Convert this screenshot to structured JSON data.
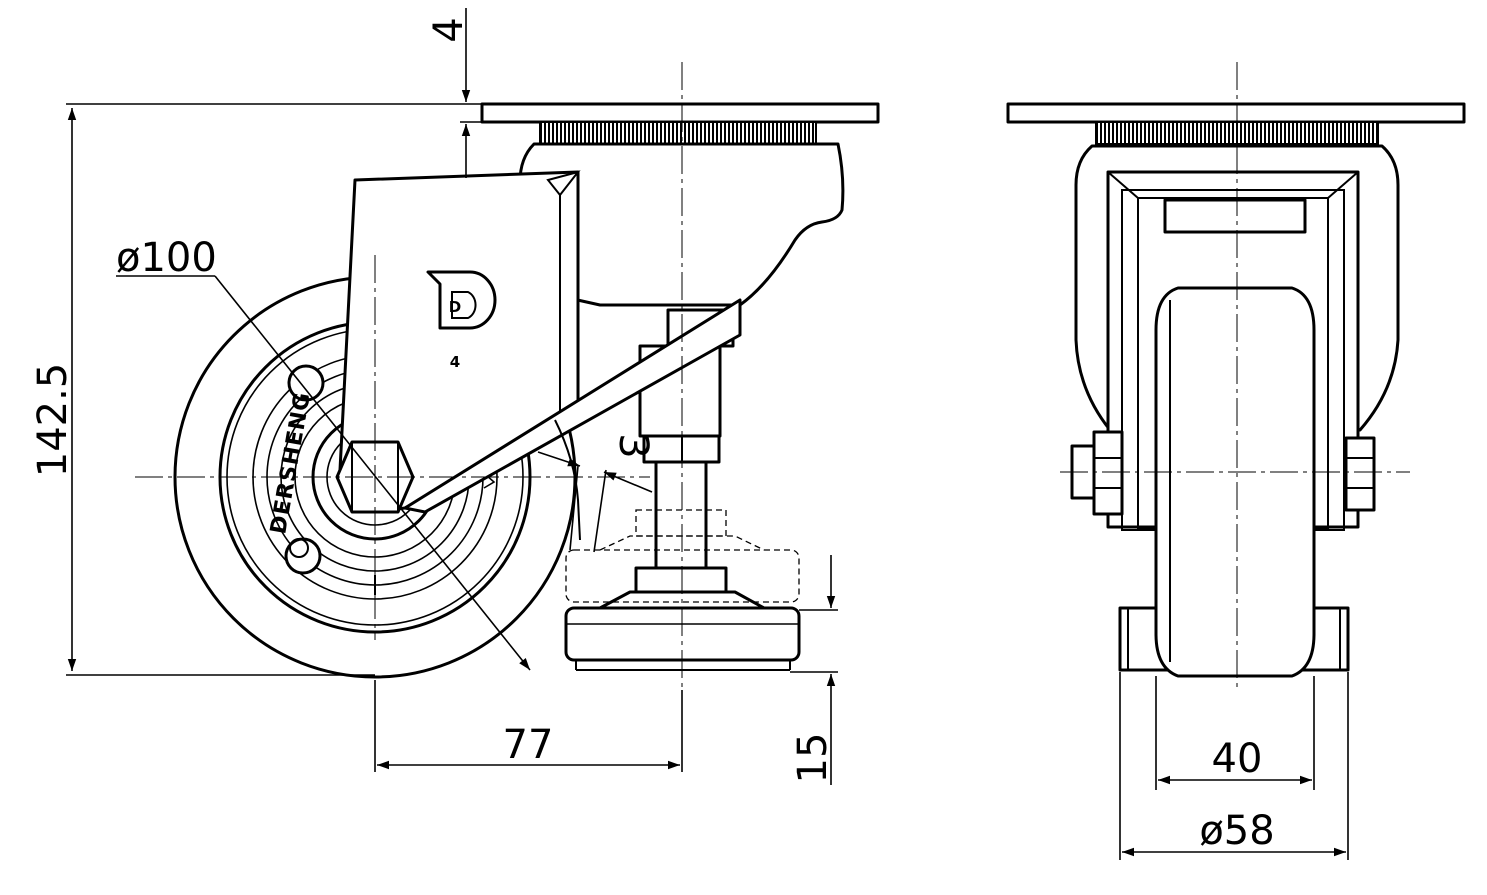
{
  "drawing": {
    "brand_text": "DERSHENG",
    "logo_letter": "D",
    "bracket_mark": "4"
  },
  "dimensions": {
    "total_height": "142.5",
    "top_plate_gap": "4",
    "wheel_diameter": "ø100",
    "offset": "77",
    "leveler_angle": "3",
    "leveler_pad_height": "15",
    "wheel_width": "40",
    "pad_diameter": "ø58"
  }
}
